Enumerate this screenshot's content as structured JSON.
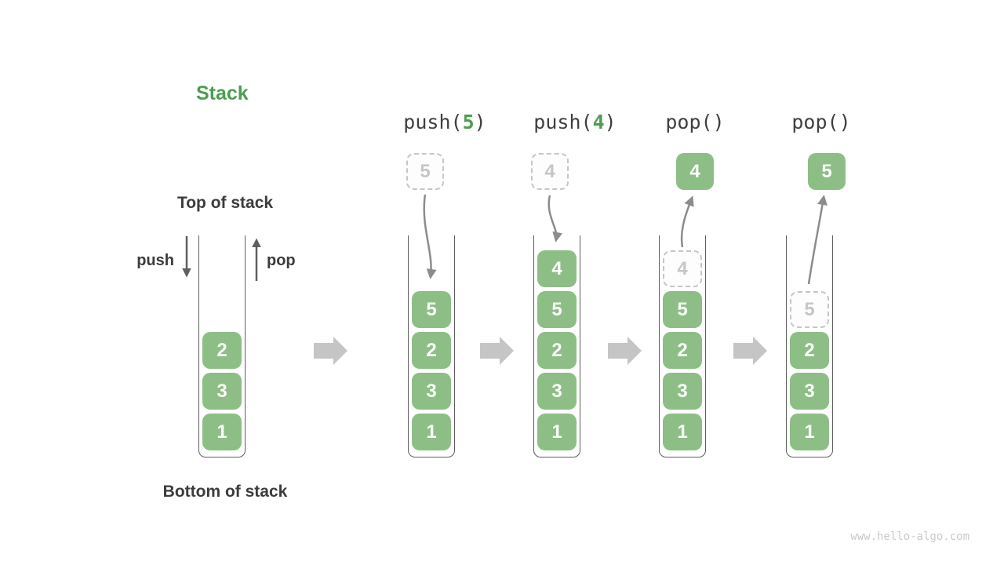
{
  "title": "Stack",
  "labels": {
    "top_of_stack": "Top of stack",
    "bottom_of_stack": "Bottom of stack",
    "push_arrow_label": "push",
    "pop_arrow_label": "pop"
  },
  "watermark": "www.hello-algo.com",
  "colors": {
    "box_green": "#8dbe86",
    "accent_green": "#4c9e50",
    "text_dark": "#3c3c3c",
    "ghost_gray": "#c6c6c6",
    "flow_arrow_gray": "#c5c5c5",
    "curve_arrow_gray": "#8c8c8c",
    "container_border": "#5e5e5e",
    "watermark_gray": "#c9c9c9"
  },
  "stacks": [
    {
      "name": "initial-stack",
      "operation": null,
      "items": [
        {
          "value": "2",
          "ghost": false
        },
        {
          "value": "3",
          "ghost": false
        },
        {
          "value": "1",
          "ghost": false
        }
      ]
    },
    {
      "name": "after-push-5",
      "operation": {
        "pre": "push(",
        "arg": "5",
        "post": ")"
      },
      "pending_box": {
        "value": "5",
        "style": "dashed"
      },
      "items": [
        {
          "value": "5",
          "ghost": false
        },
        {
          "value": "2",
          "ghost": false
        },
        {
          "value": "3",
          "ghost": false
        },
        {
          "value": "1",
          "ghost": false
        }
      ]
    },
    {
      "name": "after-push-4",
      "operation": {
        "pre": "push(",
        "arg": "4",
        "post": ")"
      },
      "pending_box": {
        "value": "4",
        "style": "dashed"
      },
      "items": [
        {
          "value": "4",
          "ghost": false
        },
        {
          "value": "5",
          "ghost": false
        },
        {
          "value": "2",
          "ghost": false
        },
        {
          "value": "3",
          "ghost": false
        },
        {
          "value": "1",
          "ghost": false
        }
      ]
    },
    {
      "name": "after-pop-4",
      "operation": {
        "pre": "pop()",
        "arg": "",
        "post": ""
      },
      "popped_box": {
        "value": "4",
        "style": "solid"
      },
      "items": [
        {
          "value": "4",
          "ghost": true
        },
        {
          "value": "5",
          "ghost": false
        },
        {
          "value": "2",
          "ghost": false
        },
        {
          "value": "3",
          "ghost": false
        },
        {
          "value": "1",
          "ghost": false
        }
      ]
    },
    {
      "name": "after-pop-5",
      "operation": {
        "pre": "pop()",
        "arg": "",
        "post": ""
      },
      "popped_box": {
        "value": "5",
        "style": "solid"
      },
      "items": [
        {
          "value": "5",
          "ghost": true
        },
        {
          "value": "2",
          "ghost": false
        },
        {
          "value": "3",
          "ghost": false
        },
        {
          "value": "1",
          "ghost": false
        }
      ]
    }
  ]
}
